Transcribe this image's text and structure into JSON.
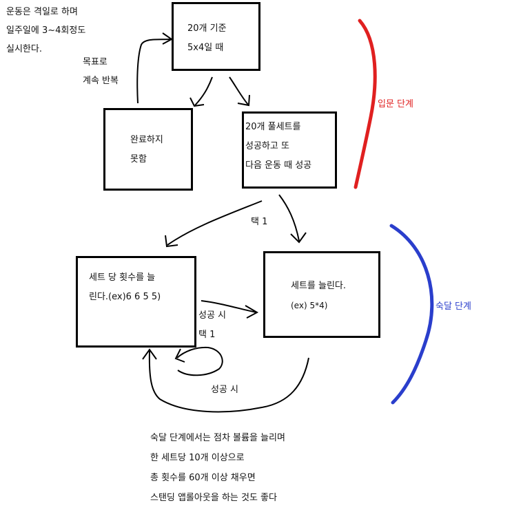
{
  "intro_note": [
    "운동은 격일로 하며",
    "일주일에 3~4회정도",
    "실시한다."
  ],
  "repeat_note": [
    "목표로",
    "계속 반복"
  ],
  "box_start": [
    "20개 기준",
    "5x4일 때"
  ],
  "box_fail": [
    "완료하지",
    "못함"
  ],
  "box_success": [
    "20개 풀세트를",
    "성공하고 또",
    "다음 운동 때 성공"
  ],
  "choose_label": "택 1",
  "box_reps": [
    "세트 당 횟수를 늘",
    "린다.(ex)6 6 5 5)"
  ],
  "box_sets": [
    "세트를 늘린다.",
    "(ex) 5*4)"
  ],
  "success_label_1": "성공 시",
  "choose_label_2": "택 1",
  "success_label_2": "성공 시",
  "stage_beginner": "입문 단계",
  "stage_advanced": "숙달 단계",
  "bottom_note": [
    "숙달 단계에서는 점차 볼륨을 늘리며",
    "한 세트당 10개 이상으로",
    "총 횟수를 60개 이상 채우면",
    "스탠딩 앱롤아웃을 하는 것도 좋다"
  ],
  "colors": {
    "beginner": "#e02020",
    "advanced": "#2a3ecc"
  }
}
